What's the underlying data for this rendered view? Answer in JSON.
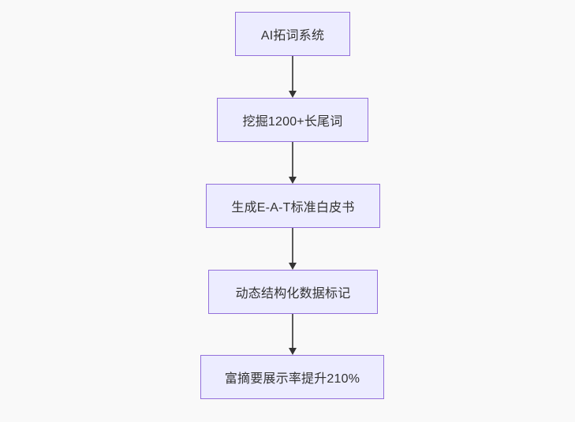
{
  "diagram": {
    "type": "flowchart",
    "direction": "top-down",
    "nodes": [
      {
        "label": "AI拓词系统"
      },
      {
        "label": "挖掘1200+长尾词"
      },
      {
        "label": "生成E-A-T标准白皮书"
      },
      {
        "label": "动态结构化数据标记"
      },
      {
        "label": "富摘要展示率提升210%"
      }
    ],
    "edges": [
      {
        "from": 0,
        "to": 1,
        "style": "arrow-down"
      },
      {
        "from": 1,
        "to": 2,
        "style": "arrow-down"
      },
      {
        "from": 2,
        "to": 3,
        "style": "arrow-down"
      },
      {
        "from": 3,
        "to": 4,
        "style": "arrow-down"
      }
    ],
    "colors": {
      "canvas_background": "#f9f9f9",
      "node_fill": "#ECECFF",
      "node_border": "#9370DB",
      "node_text": "#333333",
      "arrow_line": "#595959",
      "arrow_head": "#333333"
    }
  }
}
